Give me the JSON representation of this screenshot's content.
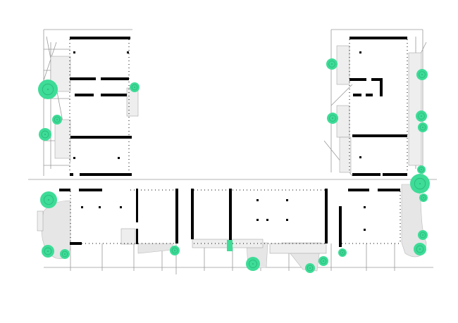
{
  "plan": {
    "colors": {
      "wall": "#000000",
      "tree": "#3ddc97",
      "tree_ring": "#2bb57a",
      "ground": "#e6e6e6",
      "linework": "#9a9a9a"
    },
    "icons": [
      "tree-symbol",
      "column",
      "stair"
    ]
  }
}
